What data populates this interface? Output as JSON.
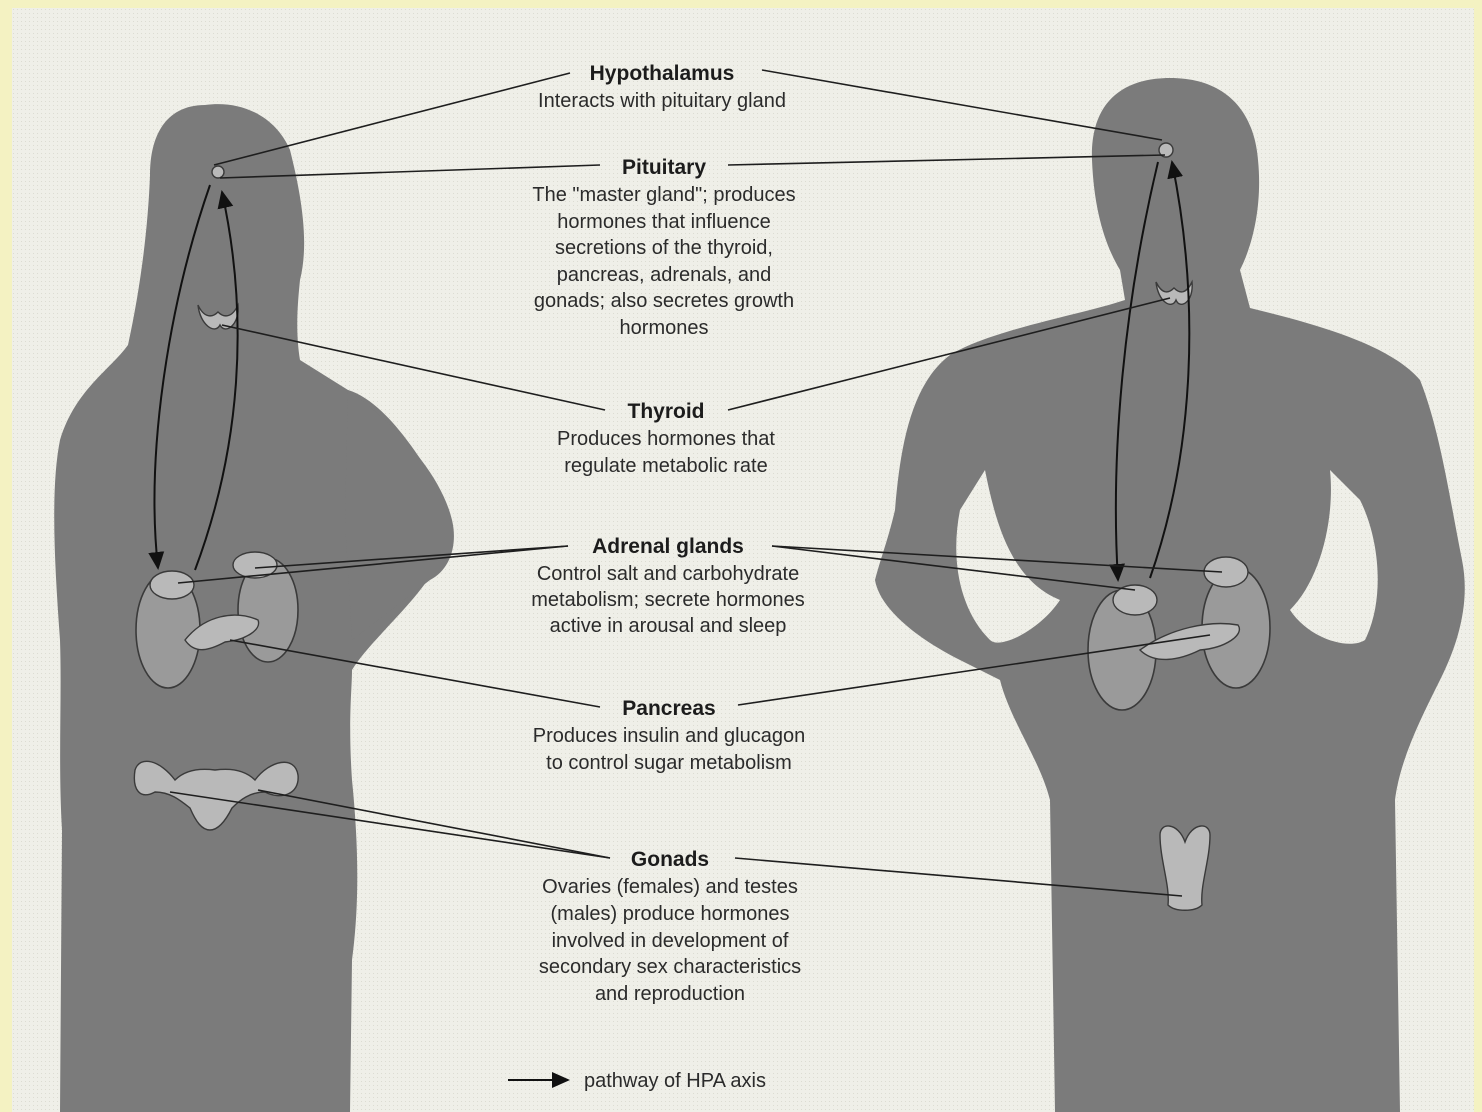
{
  "glands": [
    {
      "id": "hypothalamus",
      "title": "Hypothalamus",
      "lines": [
        "Interacts with pituitary gland"
      ]
    },
    {
      "id": "pituitary",
      "title": "Pituitary",
      "lines": [
        "The \"master gland\"; produces",
        "hormones that influence",
        "secretions of the thyroid,",
        "pancreas, adrenals, and",
        "gonads; also secretes growth",
        "hormones"
      ]
    },
    {
      "id": "thyroid",
      "title": "Thyroid",
      "lines": [
        "Produces hormones that",
        "regulate metabolic rate"
      ]
    },
    {
      "id": "adrenal",
      "title": "Adrenal glands",
      "lines": [
        "Control salt and carbohydrate",
        "metabolism; secrete hormones",
        "active in arousal and sleep"
      ]
    },
    {
      "id": "pancreas",
      "title": "Pancreas",
      "lines": [
        "Produces insulin and glucagon",
        "to control sugar metabolism"
      ]
    },
    {
      "id": "gonads",
      "title": "Gonads",
      "lines": [
        "Ovaries (females) and testes",
        "(males) produce hormones",
        "involved in development of",
        "secondary sex characteristics",
        "and reproduction"
      ]
    }
  ],
  "legend": {
    "label": "pathway of HPA axis"
  },
  "colors": {
    "background": "#f4f2c2",
    "silhouette": "#7b7b7b",
    "organ": "#9a9a9a",
    "lines": "#1e1e1e"
  }
}
